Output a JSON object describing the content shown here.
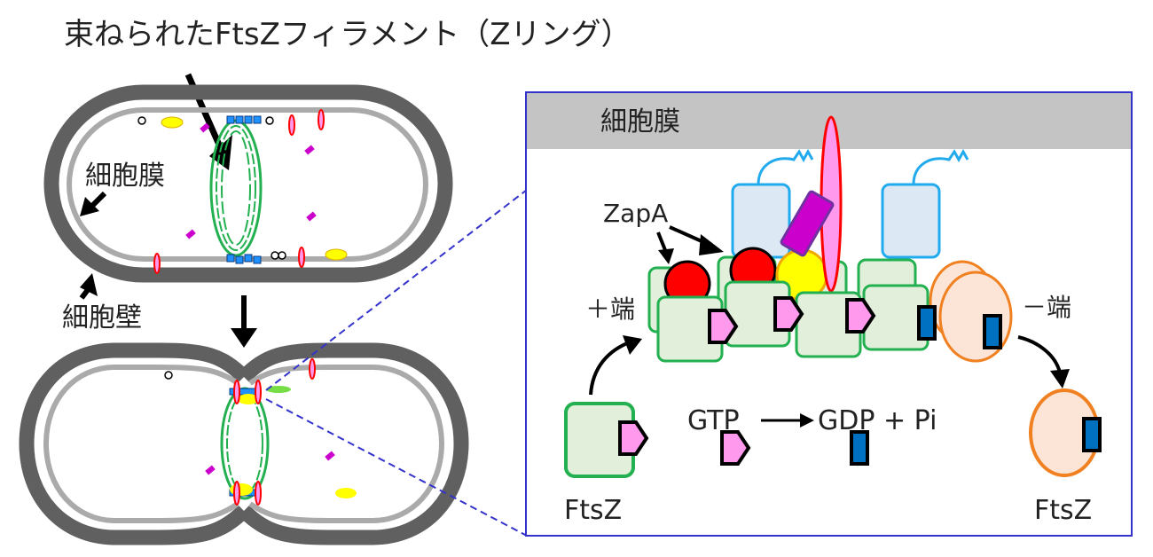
{
  "title": "束ねられたFtsZフィラメント（Zリング）",
  "left": {
    "membrane_label": "細胞膜",
    "wall_label": "細胞壁"
  },
  "detail": {
    "membrane_label": "細胞膜",
    "zapa_label": "ZapA",
    "plus_end_label": "＋端",
    "minus_end_label": "－端",
    "reaction_label": "GTP ⟶ GDP + Pi",
    "gtp_label": "GTP",
    "gdp_label": "GDP + Pi",
    "ftsz_left_label": "FtsZ",
    "ftsz_right_label": "FtsZ"
  },
  "colors": {
    "wall": "#606060",
    "membrane": "#aaaaaa",
    "ring": "#22b050",
    "zapa": "#ff0000",
    "gtp": "#ff99ee",
    "gdp": "#0070c0",
    "frame": "#3333cc",
    "ftsz_gtp": "#e2efda",
    "ftsz_gdp": "#fce4d6"
  }
}
